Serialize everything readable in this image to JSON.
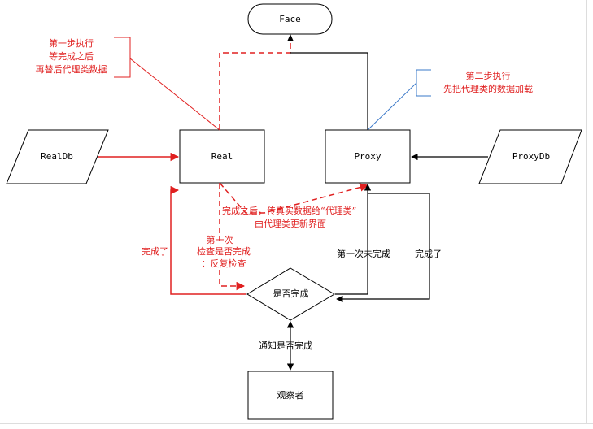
{
  "nodes": {
    "face": "Face",
    "real": "Real",
    "proxy": "Proxy",
    "realdb": "RealDb",
    "proxydb": "ProxyDb",
    "decision": "是否完成",
    "observer": "观察者"
  },
  "notes": {
    "step1": [
      "第一步执行",
      "等完成之后",
      "再替后代理类数据"
    ],
    "step2": [
      "第二步执行",
      "先把代理类的数据加载"
    ],
    "after_done": [
      "完成之后，传真实数据给“代理类”",
      "由代理类更新界面"
    ],
    "first_check": [
      "第一次",
      "检查是否完成",
      "：反复检查"
    ],
    "done_left": "完成了",
    "first_not_done": "第一次未完成",
    "done_right": "完成了",
    "notify": "通知是否完成"
  },
  "colors": {
    "red": "#e02020",
    "blue": "#3a78c8",
    "black": "#000000"
  }
}
